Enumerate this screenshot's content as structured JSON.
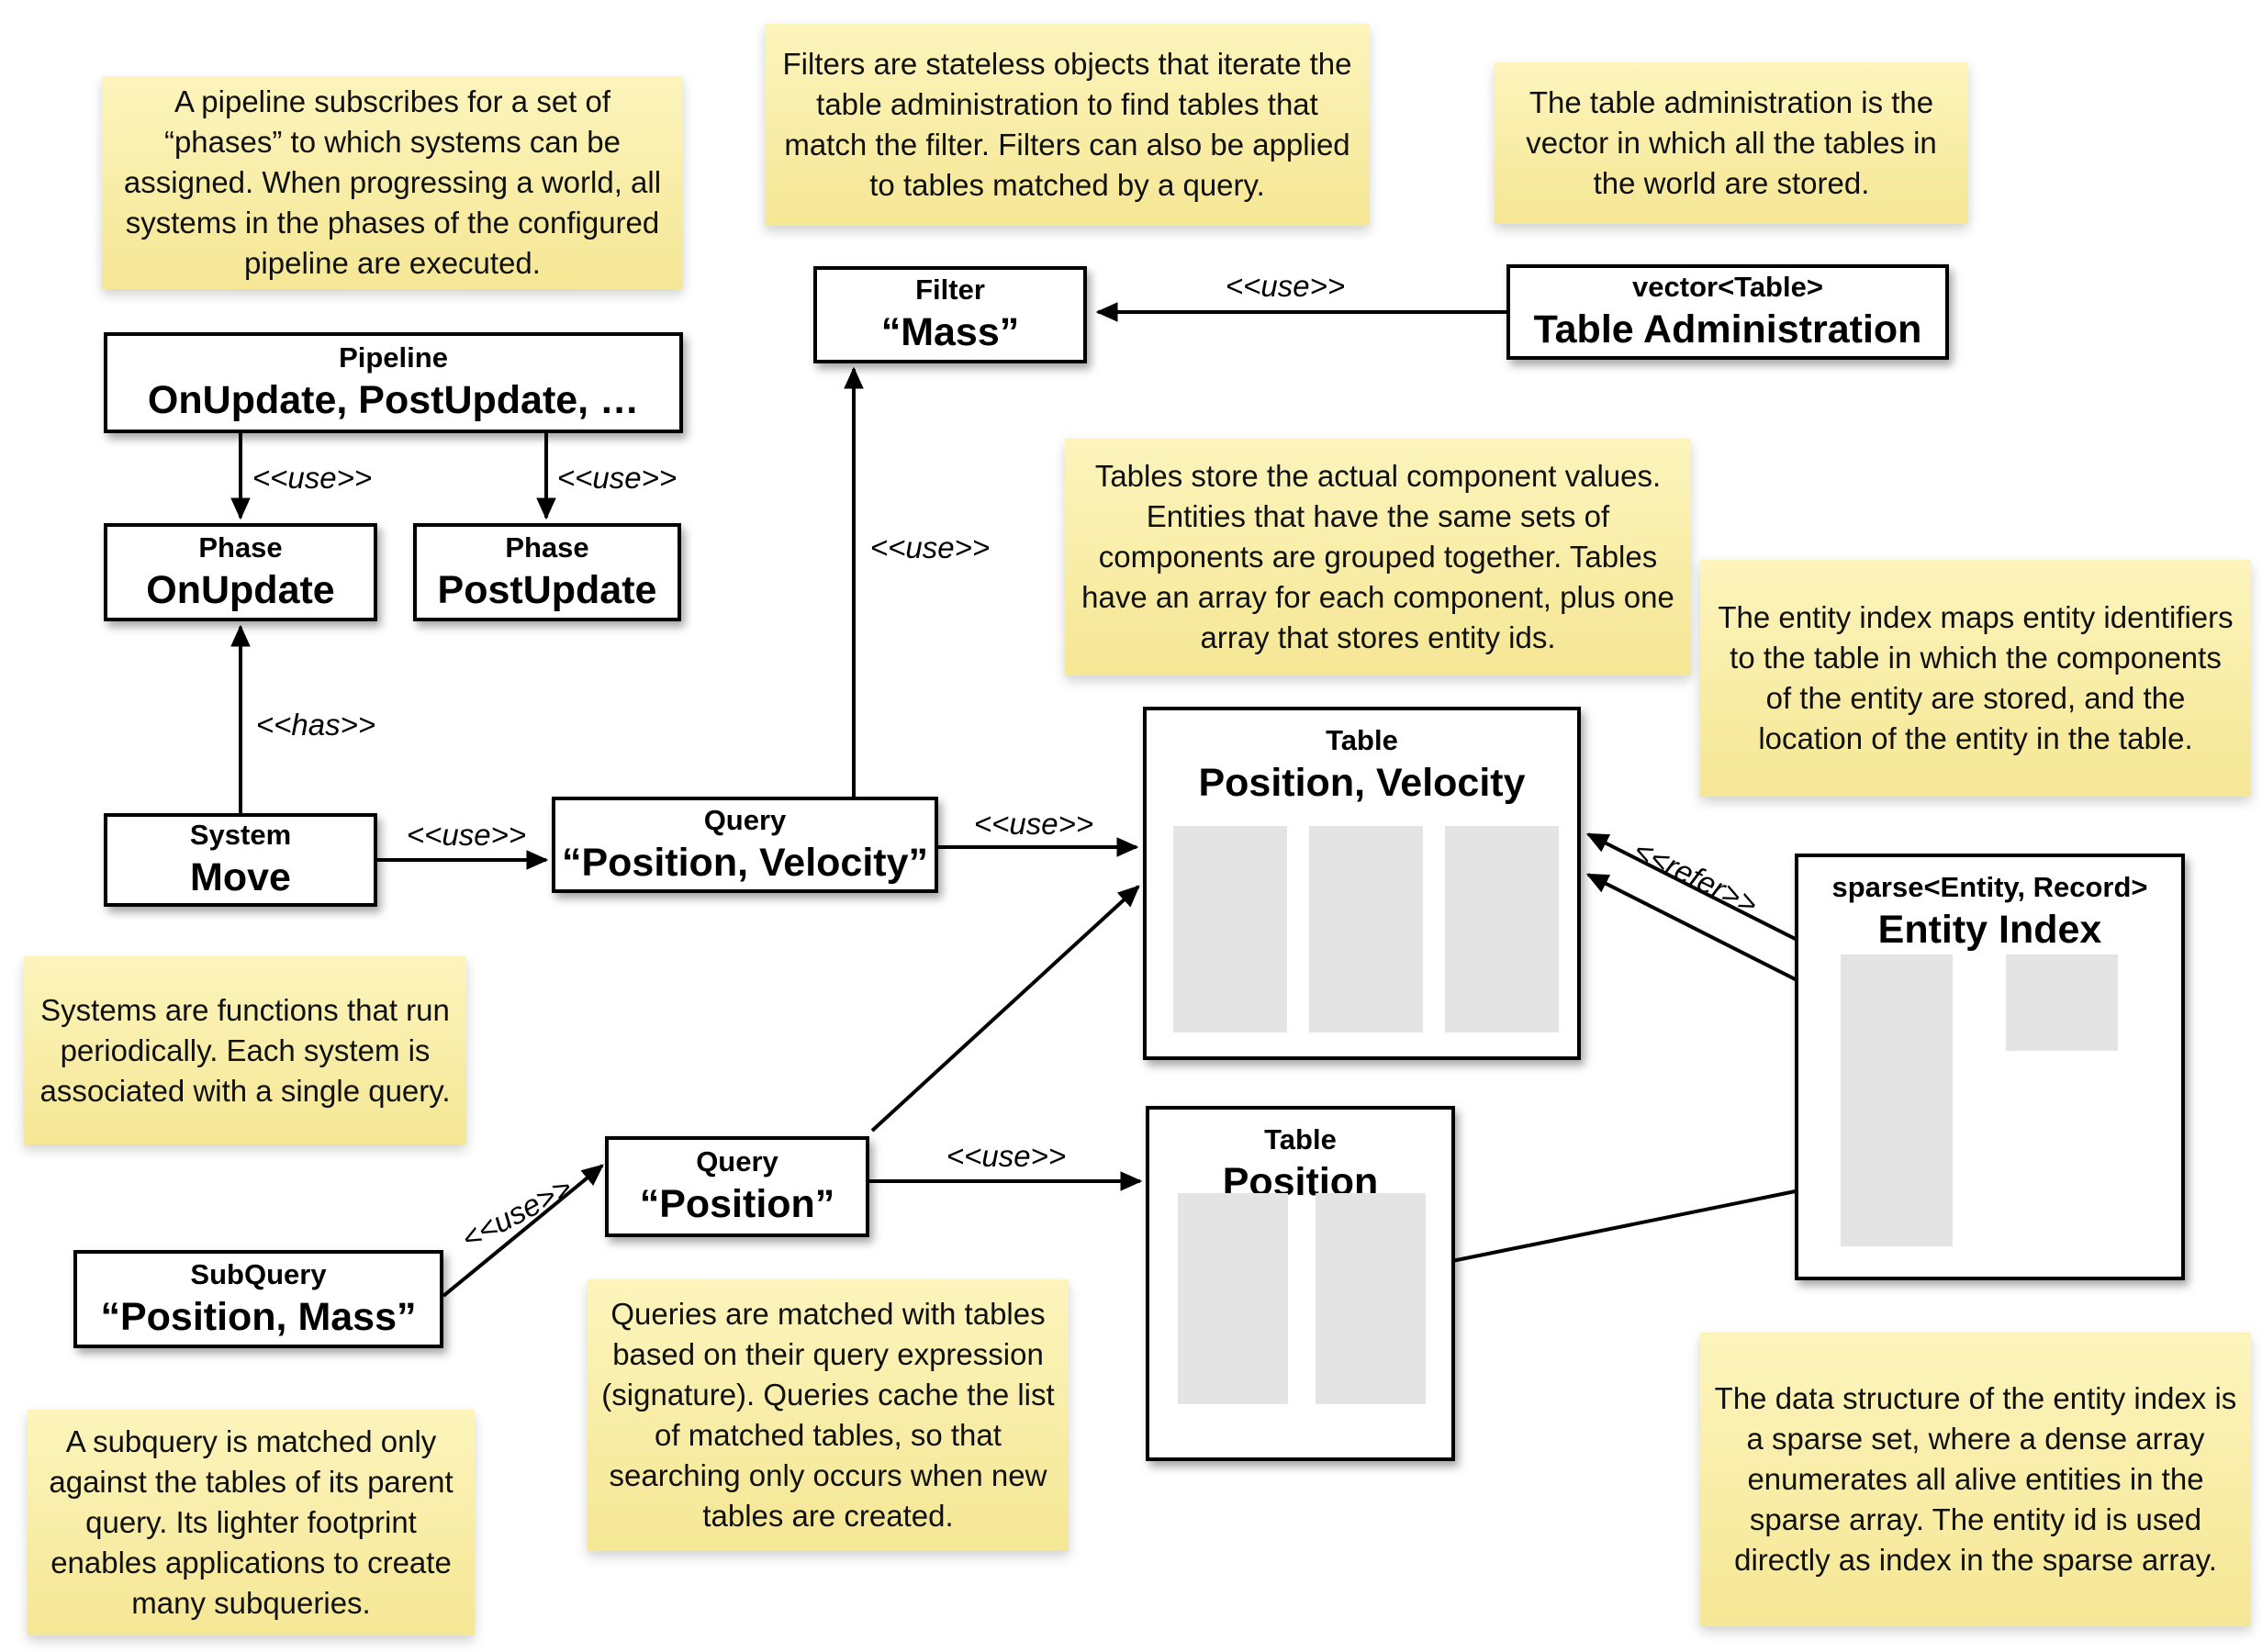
{
  "notes": {
    "pipeline": "A pipeline subscribes for a set of “phases” to which systems can be assigned. When progressing a world, all systems in the phases of the configured pipeline are executed.",
    "filters": "Filters are stateless objects that iterate the table administration to find tables that match the filter. Filters can also be applied to tables matched by a query.",
    "table_admin": "The table administration is the vector in which all the tables in the world are stored.",
    "tables": "Tables store the actual component values. Entities that have the same sets of components are grouped together. Tables have an array for each component, plus one array that stores entity ids.",
    "entity_index": "The entity index maps entity identifiers to the table in which the components of the entity are stored, and the location of the entity in the table.",
    "systems": "Systems are functions that run periodically. Each system is associated with a single query.",
    "queries": "Queries are matched with tables based on their query expression (signature). Queries cache the list of matched tables, so that searching only occurs when new tables are created.",
    "subquery": "A subquery is matched only against the tables of its parent query. Its lighter footprint enables applications to create many subqueries.",
    "sparse_set": "The data structure of the entity index is a sparse set, where a dense array enumerates all alive entities in the sparse array. The entity id is used directly as index in the sparse array."
  },
  "nodes": {
    "pipeline": {
      "stereotype": "Pipeline",
      "name": "OnUpdate, PostUpdate, …"
    },
    "phase_onupdate": {
      "stereotype": "Phase",
      "name": "OnUpdate"
    },
    "phase_postupdate": {
      "stereotype": "Phase",
      "name": "PostUpdate"
    },
    "filter_mass": {
      "stereotype": "Filter",
      "name": "“Mass”"
    },
    "table_admin": {
      "stereotype": "vector<Table>",
      "name": "Table Administration"
    },
    "system_move": {
      "stereotype": "System",
      "name": "Move"
    },
    "query_pos_vel": {
      "stereotype": "Query",
      "name": "“Position, Velocity”"
    },
    "table_pos_vel": {
      "stereotype": "Table",
      "name": "Position, Velocity"
    },
    "entity_index": {
      "stereotype": "sparse<Entity, Record>",
      "name": "Entity Index"
    },
    "query_pos": {
      "stereotype": "Query",
      "name": "“Position”"
    },
    "table_pos": {
      "stereotype": "Table",
      "name": "Position"
    },
    "subquery": {
      "stereotype": "SubQuery",
      "name": "“Position, Mass”"
    }
  },
  "edges": {
    "table_admin_to_filter": {
      "label": "<<use>>"
    },
    "query_pv_to_filter": {
      "label": "<<use>>"
    },
    "pipeline_to_onupdate": {
      "label": "<<use>>"
    },
    "pipeline_to_postupdate": {
      "label": "<<use>>"
    },
    "system_has_phase": {
      "label": "<<has>>"
    },
    "system_to_query": {
      "label": "<<use>>"
    },
    "query_pv_to_table_pv": {
      "label": "<<use>>"
    },
    "query_p_to_table_p": {
      "label": "<<use>>"
    },
    "subquery_to_query_p": {
      "label": "<<use>>"
    },
    "entity_index_to_table_pv": {
      "label": "<<refer>>"
    }
  },
  "colors": {
    "note_top": "#fcf4bc",
    "note_bottom": "#f5e795",
    "node_border": "#000000",
    "array_fill": "#e4e4e4",
    "background": "#ffffff"
  }
}
